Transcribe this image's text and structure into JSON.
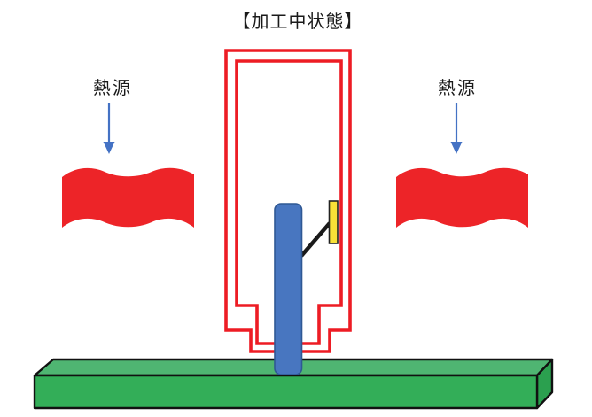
{
  "title": "【加工中状態】",
  "labels": {
    "heat_source_left": "熱源",
    "heat_source_right": "熱源"
  },
  "icons": {
    "heat_arrow_left": "down-arrow-icon",
    "heat_arrow_right": "down-arrow-icon",
    "heat_wave_left": "heat-wave-shape",
    "heat_wave_right": "heat-wave-shape"
  },
  "colors": {
    "red_outline": "#ED1C24",
    "red_wave": "#ED2428",
    "arrow_blue": "#4472C4",
    "rod_fill": "#4876C0",
    "rod_border": "#2F5894",
    "sensor_yellow": "#F8E137",
    "sensor_border": "#222222",
    "link_line": "#1A1A1A",
    "green_top": "#4FB572",
    "green_front": "#33AE58",
    "green_side": "#2BA04F",
    "base_outline": "#111111",
    "text": "#1A1A1A",
    "background": "#FFFFFF"
  }
}
